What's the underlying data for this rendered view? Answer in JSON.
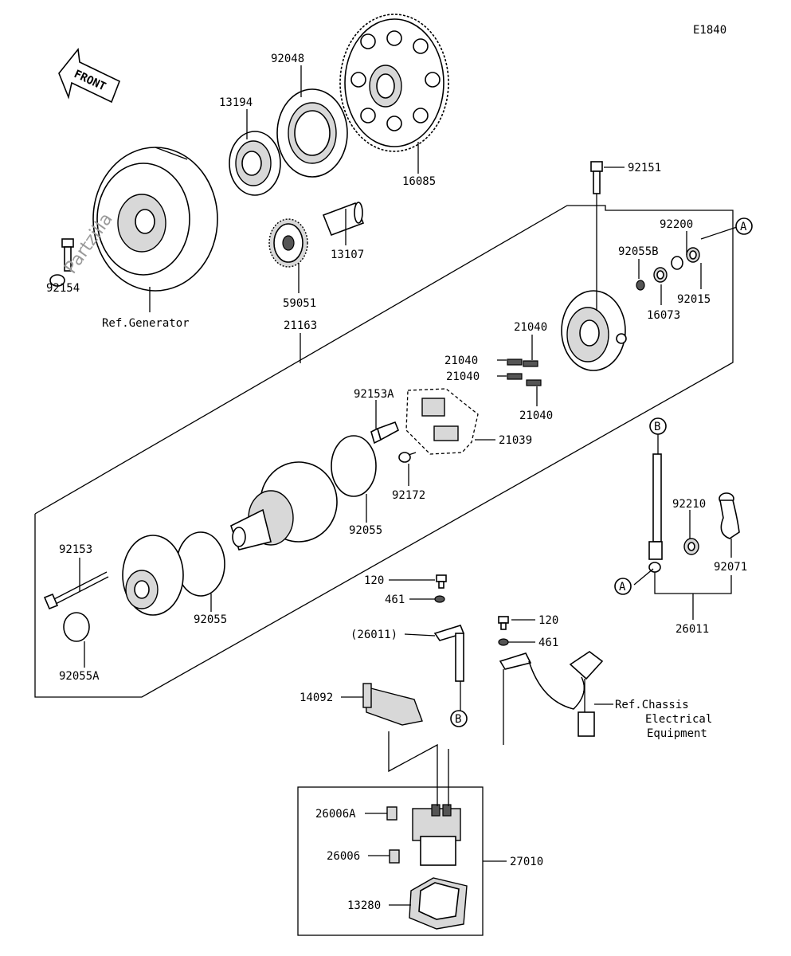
{
  "code": "E1840",
  "front_label": "FRONT",
  "watermark": "Partzilla",
  "parts": {
    "p92048": "92048",
    "p13194": "13194",
    "p16085": "16085",
    "p13107": "13107",
    "p59051": "59051",
    "p92154": "92154",
    "ref_generator": "Ref.Generator",
    "p21163": "21163",
    "p92151": "92151",
    "p92200": "92200",
    "p92055B": "92055B",
    "p92015": "92015",
    "p16073": "16073",
    "p21040_a": "21040",
    "p21040_b": "21040",
    "p21040_c": "21040",
    "p21040_d": "21040",
    "p92153A": "92153A",
    "p21039": "21039",
    "p92172": "92172",
    "p92055_a": "92055",
    "p92055_b": "92055",
    "p92153": "92153",
    "p92055A": "92055A",
    "p92210": "92210",
    "p92071": "92071",
    "p26011": "26011",
    "p120_a": "120",
    "p461_a": "461",
    "p26011_paren": "(26011)",
    "p120_b": "120",
    "p461_b": "461",
    "p14092": "14092",
    "ref_chassis_1": "Ref.Chassis",
    "ref_chassis_2": "Electrical",
    "ref_chassis_3": "Equipment",
    "p26006A": "26006A",
    "p26006": "26006",
    "p27010": "27010",
    "p13280": "13280"
  },
  "markers": {
    "a": "A",
    "b": "B"
  }
}
